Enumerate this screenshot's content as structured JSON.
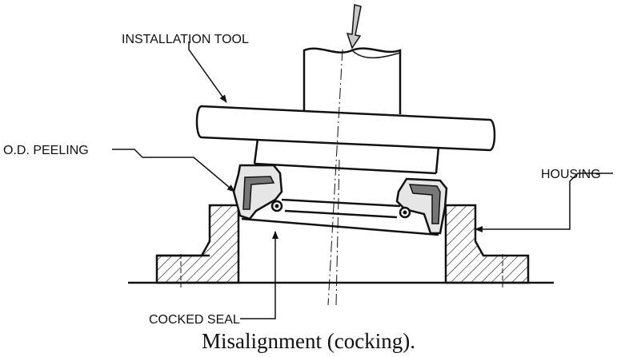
{
  "labels": {
    "installation_tool": "INSTALLATION TOOL",
    "od_peeling": "O.D. PEELING",
    "housing": "HOUSING",
    "cocked_seal": "COCKED SEAL"
  },
  "caption": "Misalignment (cocking)."
}
